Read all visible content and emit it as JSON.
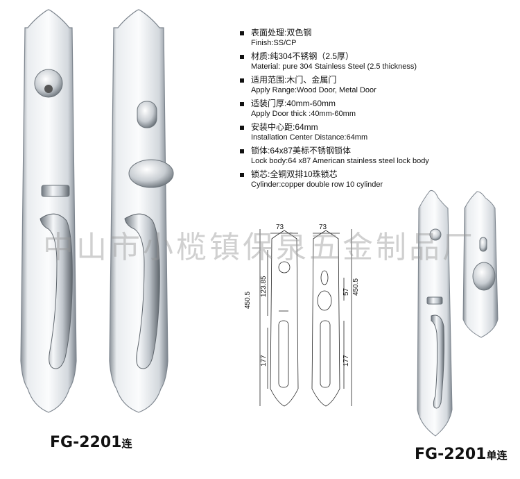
{
  "specs": [
    {
      "cn": "表面处理:双色钢",
      "en": "Finish:SS/CP"
    },
    {
      "cn": "材质:纯304不锈钢（2.5厚）",
      "en": "Material: pure 304 Stainless Steel   (2.5 thickness)"
    },
    {
      "cn": "适用范围:木门、金属门",
      "en": "Apply Range:Wood Door, Metal Door"
    },
    {
      "cn": "适装门厚:40mm-60mm",
      "en": "Apply Door thick :40mm-60mm"
    },
    {
      "cn": "安装中心距:64mm",
      "en": "Installation Center Distance:64mm"
    },
    {
      "cn": "锁体:64x87美标不锈钢锁体",
      "en": "Lock body:64 x87 American stainless steel lock body"
    },
    {
      "cn": "锁芯:全铜双排10珠锁芯",
      "en": "Cylinder:copper double row 10 cylinder"
    }
  ],
  "watermark": "中山市小榄镇保泉五金制品厂",
  "drawing": {
    "width_left": "73",
    "width_right": "73",
    "height_left": "450.5",
    "height_right": "450.5",
    "center_left": "123.85",
    "center_right": "57",
    "handle_left": "177",
    "handle_right": "177"
  },
  "models": {
    "main": {
      "code": "FG-2201",
      "suffix": "连"
    },
    "small": {
      "code": "FG-2201",
      "suffix": "单连"
    }
  },
  "colors": {
    "steel_light": "#f4f6f8",
    "steel_mid": "#c9ced4",
    "steel_dark": "#7d858e"
  }
}
